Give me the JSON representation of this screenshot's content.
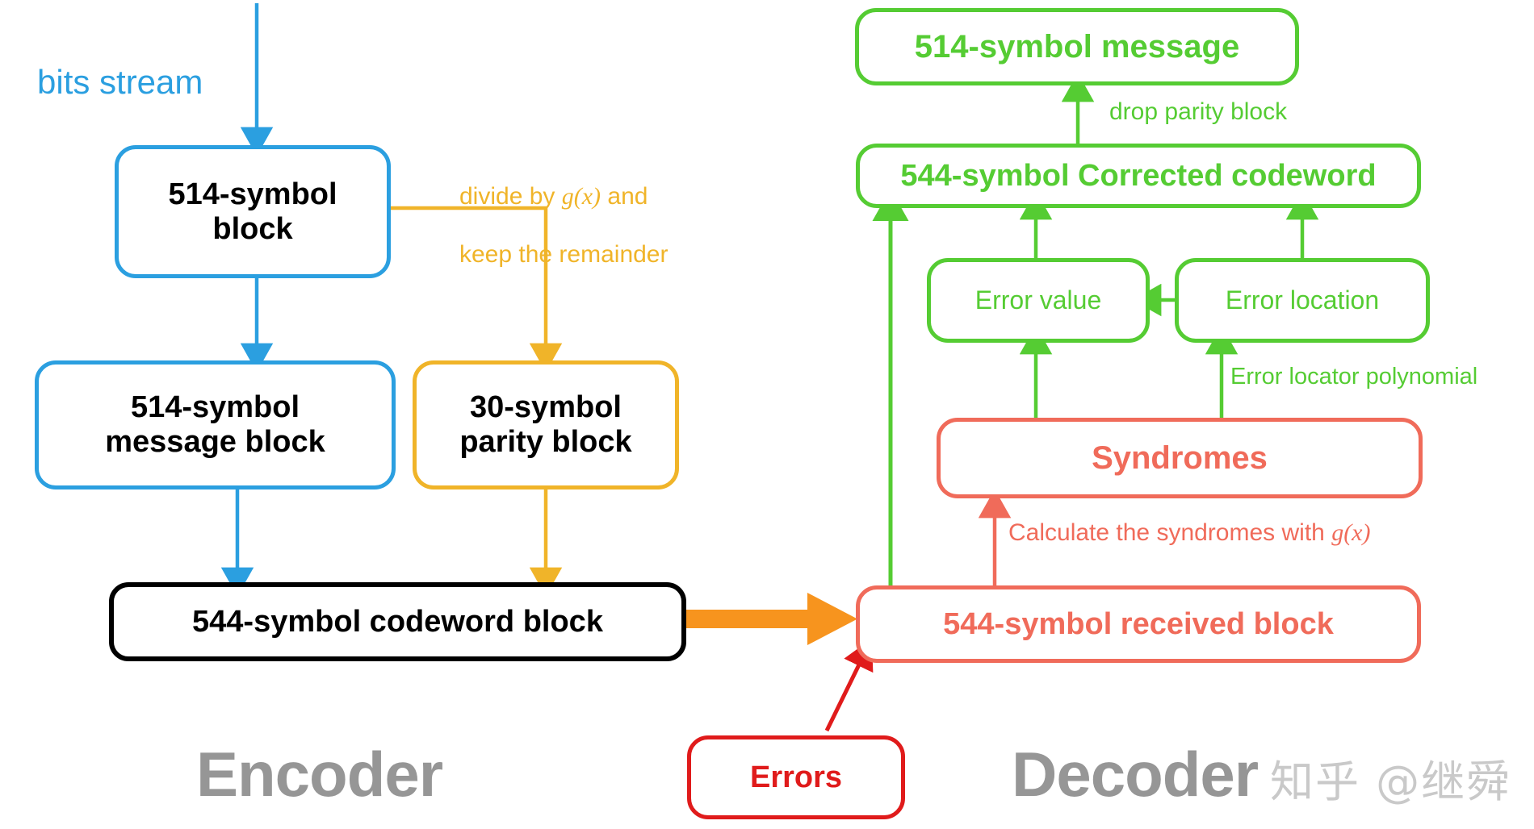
{
  "diagram": {
    "title": "Reed-Solomon Encoder / Decoder block diagram",
    "colors": {
      "blue": "#2B9FE0",
      "yellow": "#F0B429",
      "black": "#000000",
      "orange": "#F7941E",
      "green": "#55CC33",
      "salmon": "#F06B5A",
      "red": "#E01B1B",
      "gray": "#969696",
      "watermark": "#c9c9c9"
    },
    "sections": [
      {
        "id": "encoder",
        "label": "Encoder"
      },
      {
        "id": "decoder",
        "label": "Decoder"
      }
    ],
    "watermark": "知乎 @继舜",
    "encoder": {
      "stream_label": "bits stream",
      "nodes": [
        {
          "id": "source-block",
          "label": "514-symbol\nblock"
        },
        {
          "id": "message-block",
          "label": "514-symbol\nmessage block"
        },
        {
          "id": "parity-block",
          "label": "30-symbol\nparity block"
        },
        {
          "id": "codeword-block",
          "label": "544-symbol codeword block"
        }
      ],
      "edge_labels": [
        {
          "id": "divide-remainder",
          "line1": "divide by ",
          "math": "g(x)",
          "line1_tail": " and",
          "line2": "keep the remainder"
        }
      ]
    },
    "channel": {
      "errors_label": "Errors"
    },
    "decoder": {
      "nodes": [
        {
          "id": "received-block",
          "label": "544-symbol received block"
        },
        {
          "id": "syndromes",
          "label": "Syndromes"
        },
        {
          "id": "error-value",
          "label": "Error value"
        },
        {
          "id": "error-location",
          "label": "Error location"
        },
        {
          "id": "corrected-codeword",
          "label": "544-symbol Corrected codeword"
        },
        {
          "id": "final-message",
          "label": "514-symbol message"
        }
      ],
      "edge_labels": [
        {
          "id": "calc-syndromes",
          "prefix": "Calculate the syndromes with ",
          "math": "g(x)"
        },
        {
          "id": "error-locator-poly",
          "text": "Error locator polynomial"
        },
        {
          "id": "drop-parity",
          "text": "drop parity block"
        }
      ]
    }
  }
}
